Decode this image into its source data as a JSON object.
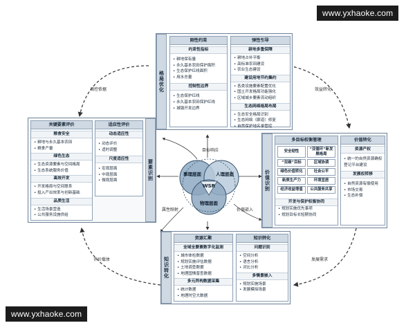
{
  "watermarks": [
    "www.yxhaoke.com",
    "www.yxhaoke.com"
  ],
  "center": {
    "core": "WSR",
    "circles": [
      "事理层面",
      "人理层面",
      "物理层面"
    ],
    "labels": [
      "目标响应",
      "属性映射",
      "价值嵌入"
    ]
  },
  "top": {
    "side": "格局优化",
    "left_title": "刚性约束",
    "left_groups": [
      {
        "title": "约束性指标",
        "items": [
          "耕地保有量",
          "永久基本农田保护面积",
          "生态保护红线面积",
          "用水总量"
        ]
      },
      {
        "title": "控制性边界",
        "items": [
          "生态保护红线",
          "永久基本农田保护红线",
          "城镇开发边界"
        ]
      }
    ],
    "right_title": "弹性引导",
    "right_groups": [
      {
        "title": "耕地多重保障",
        "items": [
          "耕地占补平衡",
          "高标准农田建设",
          "农业生态建设"
        ]
      },
      {
        "title": "建设用地节约集约",
        "items": [
          "各类设施要素配置优化",
          "国土开发格局功能强化",
          "区域城乡要素流动组织"
        ]
      },
      {
        "title": "生态网络格局布局",
        "items": [
          "生态安全格局识别",
          "生态网络（廊道）修复",
          "自然保护地名录管控"
        ]
      }
    ]
  },
  "left": {
    "side": "要素识别",
    "left_title": "关键要素评价",
    "left_groups": [
      {
        "title": "粮食安全",
        "items": [
          "耕地与永久基本农田",
          "粮食产量"
        ]
      },
      {
        "title": "绿色生态",
        "items": [
          "生态资源要素与空间格局",
          "生态系统服务价值"
        ]
      },
      {
        "title": "高效开发",
        "items": [
          "开发格局与空间联系",
          "投入产出效率与创新基础"
        ]
      },
      {
        "title": "品质生活",
        "items": [
          "生活场景营造",
          "公共服务设施供给"
        ]
      }
    ],
    "right_title": "适应性评价",
    "right_groups": [
      {
        "title": "动态适应性",
        "items": [
          "动态评价",
          "适时调整"
        ]
      },
      {
        "title": "尺度适应性",
        "items": [
          "宏观层面",
          "中观层面",
          "微观层面"
        ]
      }
    ]
  },
  "right": {
    "side": "价值识别",
    "left_title": "多目标权衡管理",
    "cells": [
      "安全韧性",
      "“双循环”新发展格局",
      "“双碳”目标",
      "区域协调",
      "绿色价值转化",
      "社会公平",
      "新质生产力",
      "环境宜居",
      "经济收益增值",
      "公共服务共享"
    ],
    "left_sub": "开发与保护权衡协同",
    "left_sub_items": [
      "规划实施优先事项",
      "规划目标长短期协同"
    ],
    "right_title": "价值转化",
    "right_groups": [
      {
        "title": "资源产权",
        "items": [
          "统一的自然资源确权登记平台建设"
        ]
      },
      {
        "title": "发展权转移",
        "items": [
          "自然资源有偿使用",
          "市场交易",
          "生态补偿"
        ]
      }
    ]
  },
  "bottom": {
    "side": "知识转化",
    "left_title": "资源汇聚",
    "left_groups": [
      {
        "title": "全域全要素数字化监测",
        "items": [
          "城市体检数据",
          "规划实施评估数据",
          "土地调查数据",
          "地理国情普查数据"
        ]
      },
      {
        "title": "多元异构数据采集",
        "items": [
          "统计数据",
          "地理时空大数据"
        ]
      }
    ],
    "right_title": "知识转化",
    "right_groups": [
      {
        "title": "问题识别",
        "items": [
          "空间分析",
          "语言分析",
          "对比分析"
        ]
      },
      {
        "title": "多情景嵌入",
        "items": [
          "规划实施场景",
          "发展模拟场景"
        ]
      }
    ]
  },
  "cycle_labels": [
    "调控依据",
    "效益转化",
    "评价载体",
    "发展需求"
  ]
}
